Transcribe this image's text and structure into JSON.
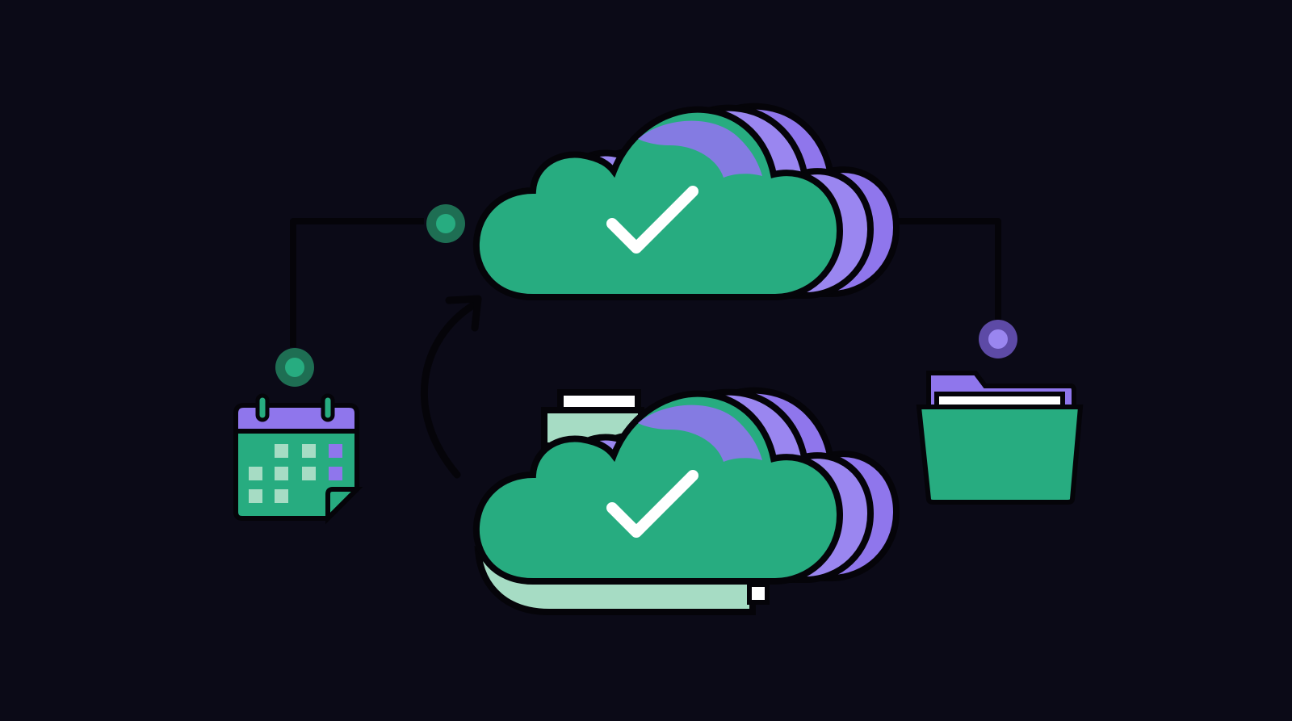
{
  "diagram": {
    "background_color": "#0b0a17",
    "colors": {
      "green": "#27ac80",
      "green_light": "#a6dcc4",
      "purple": "#8f76ec",
      "purple_light": "#9a86f0",
      "outline": "#050409",
      "check": "#ffffff",
      "node_green_ring": "#1e6e53",
      "node_purple_ring": "#5d4aa6"
    },
    "nodes": [
      {
        "name": "primary-cloud",
        "icon": "cloud-check-icon",
        "status": "synced"
      },
      {
        "name": "backup-cloud",
        "icon": "cloud-check-stack-icon",
        "status": "synced"
      },
      {
        "name": "calendar",
        "icon": "calendar-icon"
      },
      {
        "name": "folder",
        "icon": "folder-icon"
      }
    ],
    "connections": [
      {
        "from": "calendar",
        "to": "primary-cloud",
        "style": "line",
        "endpoint_color": "green"
      },
      {
        "from": "primary-cloud",
        "to": "folder",
        "style": "line",
        "endpoint_color": "purple"
      },
      {
        "from": "backup-cloud",
        "to": "primary-cloud",
        "style": "curved-arrow"
      }
    ]
  }
}
